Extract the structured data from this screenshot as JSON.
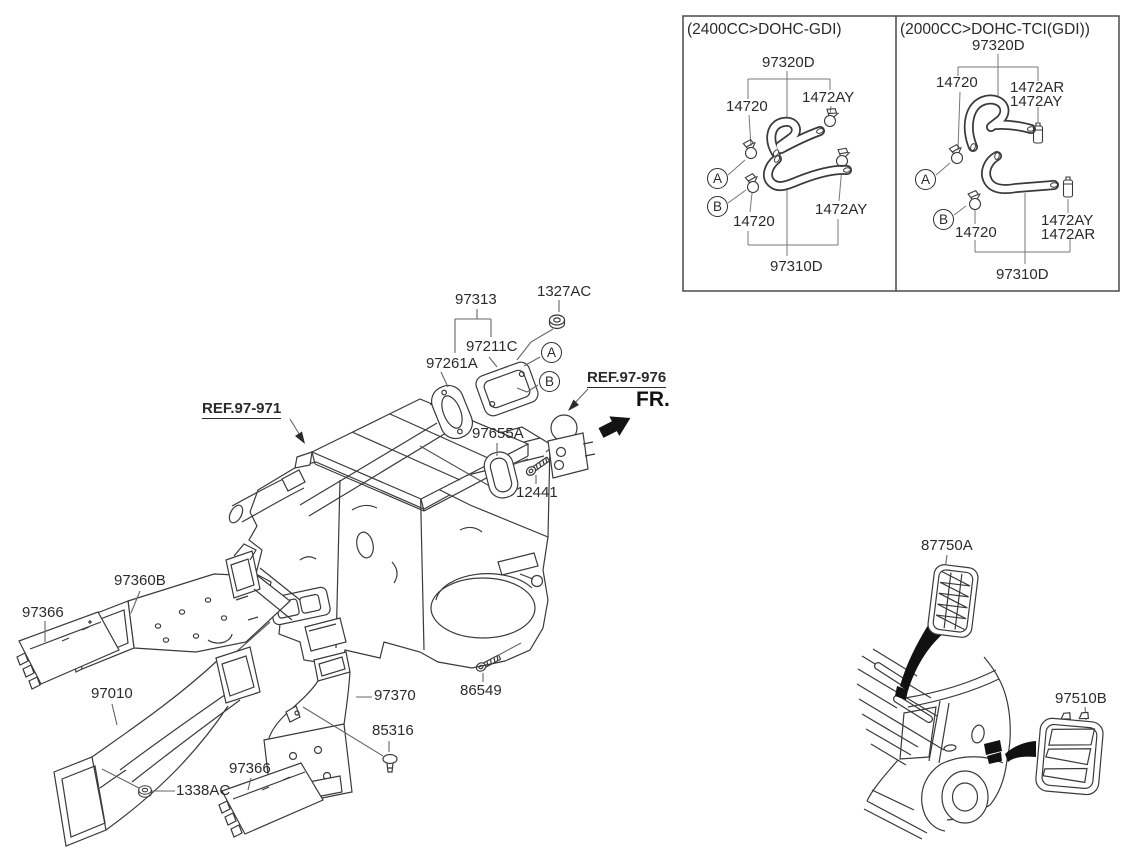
{
  "insets": {
    "left": {
      "title": "(2400CC>DOHC-GDI)",
      "hose_upper": "97320D",
      "clamp_upper_left": "14720",
      "clamp_upper_right": "1472AY",
      "callout_a": "A",
      "callout_b": "B",
      "clamp_lower_left": "14720",
      "clamp_lower_right": "1472AY",
      "hose_lower": "97310D"
    },
    "right": {
      "title": "(2000CC>DOHC-TCI(GDI))",
      "hose_upper": "97320D",
      "clamp_upper_left": "14720",
      "cap_upper_line1": "1472AR",
      "cap_upper_line2": "1472AY",
      "callout_a": "A",
      "callout_b": "B",
      "clamp_lower_left": "14720",
      "cap_lower_line1": "1472AY",
      "cap_lower_line2": "1472AR",
      "hose_lower": "97310D"
    }
  },
  "main": {
    "group_97313": "97313",
    "nut_1327ac": "1327AC",
    "flange_97211c": "97211C",
    "gasket_97261a": "97261A",
    "ref_heater": "REF.97-971",
    "ref_valve": "REF.97-976",
    "fr_label": "FR.",
    "seal_97655a": "97655A",
    "bolt_12441": "12441",
    "duct_97360b": "97360B",
    "pad_97366_left": "97366",
    "duct_97010": "97010",
    "duct_97370": "97370",
    "clip_85316": "85316",
    "bolt_86549": "86549",
    "pad_97366_bottom": "97366",
    "nut_1338ac": "1338AC",
    "callout_a": "A",
    "callout_b": "B"
  },
  "car": {
    "grille_87750a": "87750A",
    "vent_97510b": "97510B"
  }
}
